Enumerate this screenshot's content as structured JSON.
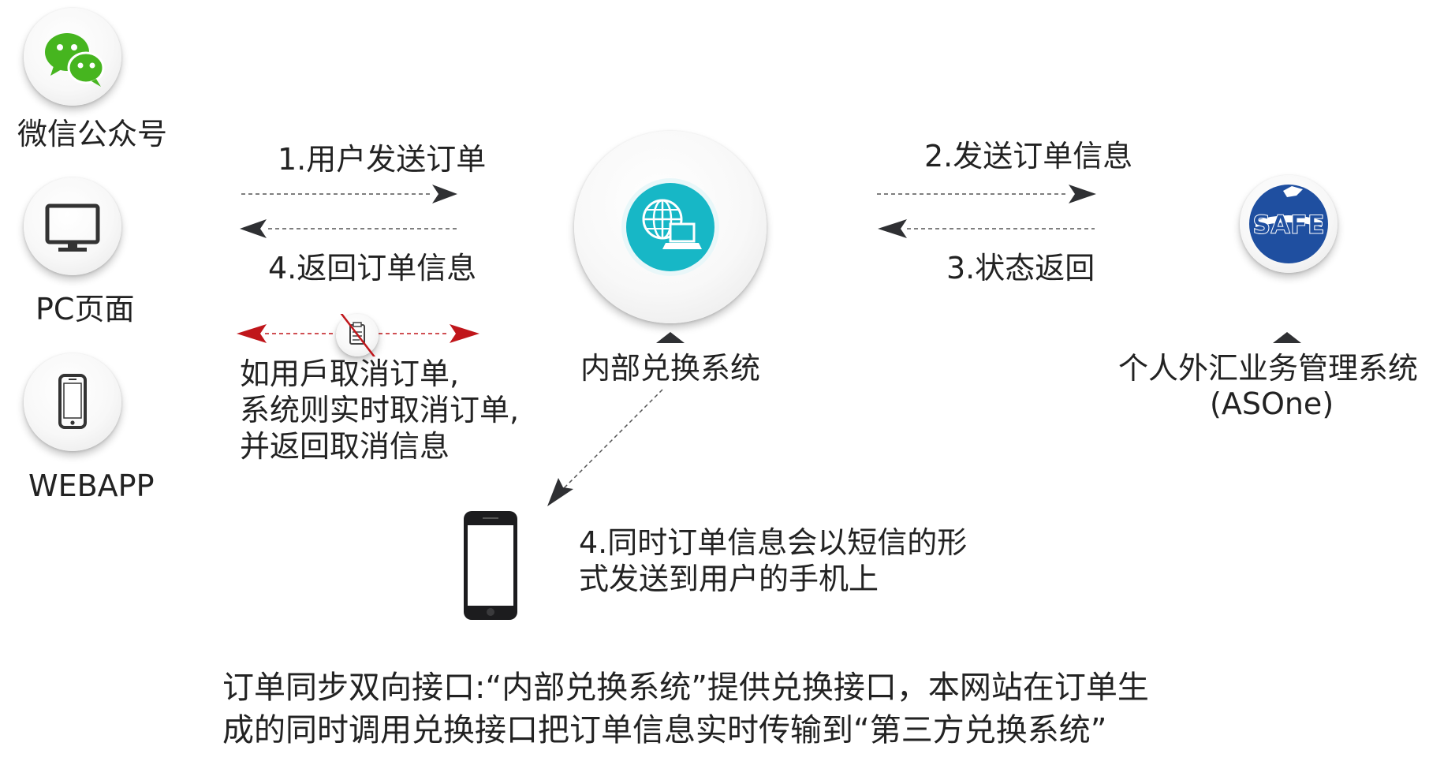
{
  "channels": {
    "wechat": "微信公众号",
    "pc": "PC页面",
    "webapp": "WEBAPP"
  },
  "flows": {
    "send_order": "1.用户发送订单",
    "return_order_info": "4.返回订单信息",
    "send_order_info": "2.发送订单信息",
    "status_return": "3.状态返回",
    "cancel_lines": [
      "如用戶取消订单,",
      "系统则实时取消订单,",
      "并返回取消信息"
    ],
    "sms_lines": [
      "4.同时订单信息会以短信的形",
      "式发送到用户的手机上"
    ]
  },
  "systems": {
    "internal": "内部兑换系统",
    "external_lines": [
      "个人外汇业务管理系统",
      "(ASOne)"
    ],
    "safe_logo_text": "SAFE"
  },
  "footer_lines": [
    "订单同步双向接口:“内部兑换系统”提供兑换接口，本网站在订单生",
    "成的同时调用兑换接口把订单信息实时传输到“第三方兑换系统”"
  ],
  "colors": {
    "wechat_green": "#46b51f",
    "internal_teal": "#17b7c6",
    "cancel_red": "#c0161b",
    "safe_blue": "#1f4fa0",
    "arrow_dark": "#2f3033"
  },
  "icons": {
    "wechat": "wechat-icon",
    "pc": "monitor-icon",
    "webapp": "phone-icon",
    "internal": "globe-computer-icon",
    "cancel": "no-clipboard-icon",
    "safe": "safe-logo"
  }
}
